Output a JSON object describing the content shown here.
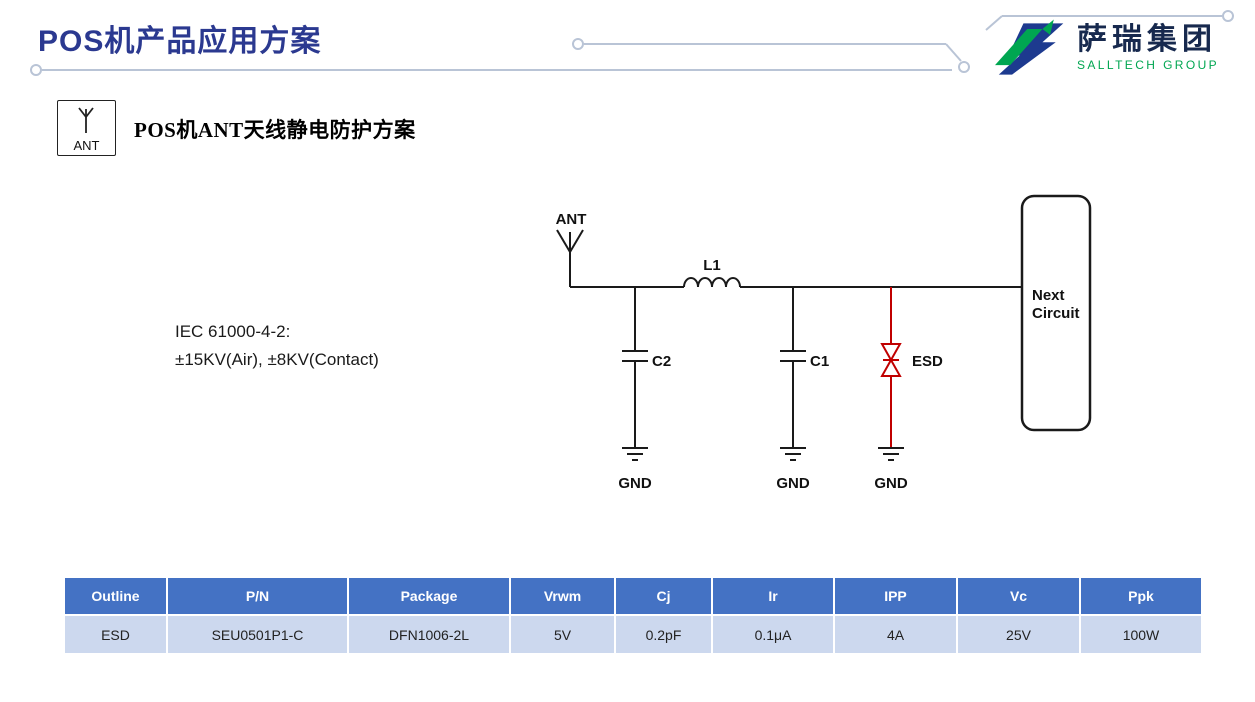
{
  "colors": {
    "title_blue": "#2b3990",
    "deco_line": "#b9c4d6",
    "logo_navy": "#17294e",
    "logo_green": "#00a651",
    "table_header_bg": "#4472c4",
    "table_row_bg": "#ccd8ee",
    "esd_red": "#c00000"
  },
  "header": {
    "title": "POS机产品应用方案",
    "logo_name": "萨瑞集团",
    "logo_subtitle": "SALLTECH GROUP"
  },
  "section": {
    "icon_label": "ANT",
    "title": "POS机ANT天线静电防护方案"
  },
  "diagram": {
    "iec_line1": "IEC 61000-4-2:",
    "iec_line2": "±15KV(Air), ±8KV(Contact)",
    "ant_label": "ANT",
    "inductor_label": "L1",
    "cap2_label": "C2",
    "cap1_label": "C1",
    "esd_label": "ESD",
    "gnd1_label": "GND",
    "gnd2_label": "GND",
    "gnd3_label": "GND",
    "next_line1": "Next",
    "next_line2": "Circuit"
  },
  "table": {
    "headers": [
      "Outline",
      "P/N",
      "Package",
      "Vrwm",
      "Cj",
      "Ir",
      "IPP",
      "Vc",
      "Ppk"
    ],
    "rows": [
      [
        "ESD",
        "SEU0501P1-C",
        "DFN1006-2L",
        "5V",
        "0.2pF",
        "0.1μA",
        "4A",
        "25V",
        "100W"
      ]
    ]
  }
}
